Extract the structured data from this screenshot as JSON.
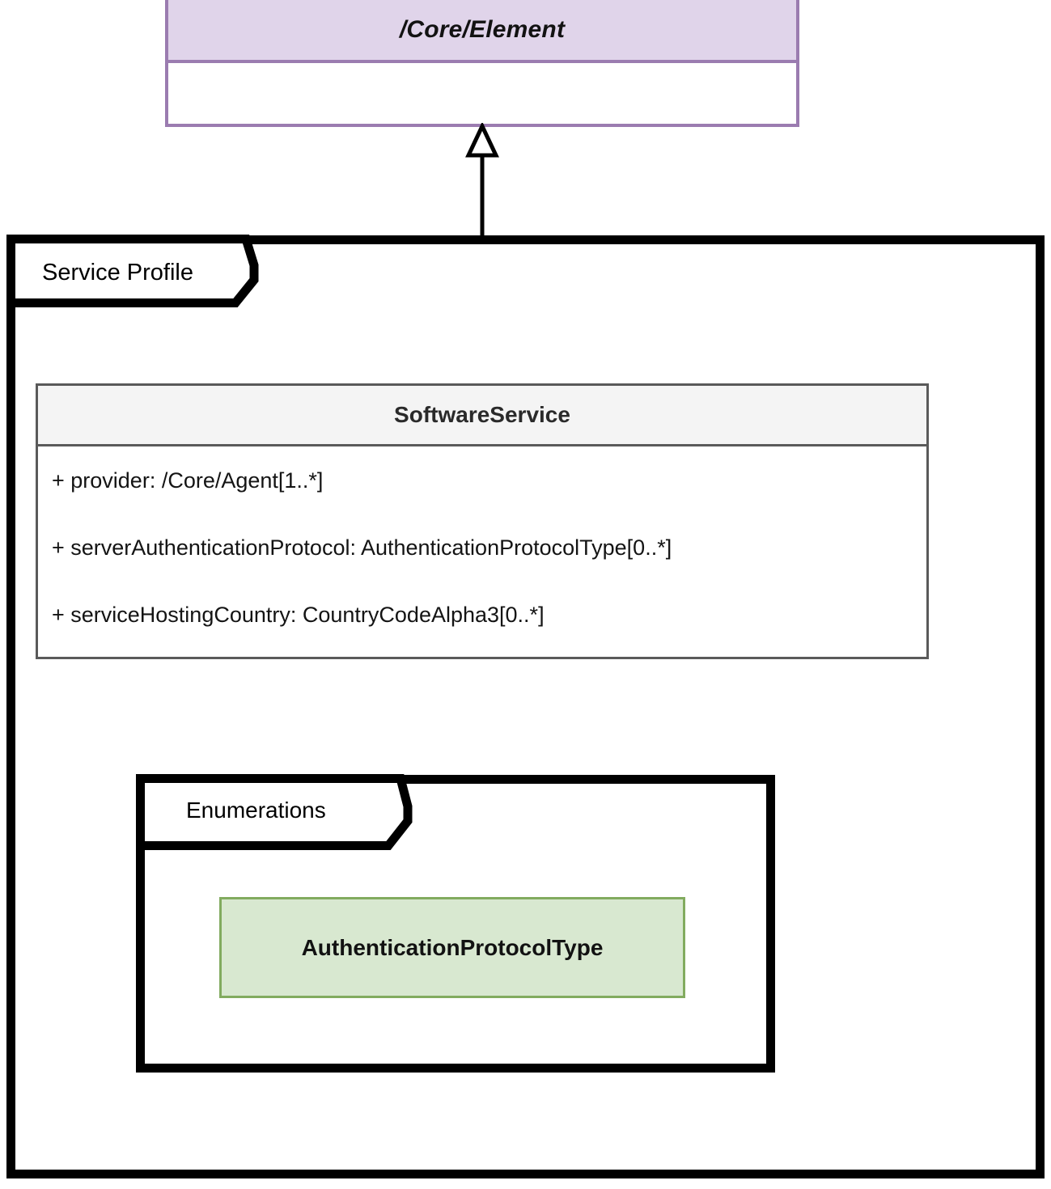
{
  "diagram": {
    "type": "uml-class-diagram",
    "background_color": "#ffffff"
  },
  "abstract_class": {
    "name": "/Core/Element",
    "stereotype_style": "abstract",
    "header_fill": "#e0d4ea",
    "border_color": "#9b7cb0",
    "compartments": [
      {
        "name": "attributes",
        "items": []
      }
    ]
  },
  "relationship": {
    "kind": "generalization",
    "arrow": "hollow-triangle",
    "from": "SoftwareService",
    "to": "/Core/Element"
  },
  "packages": [
    {
      "id": "service-profile",
      "label": "Service Profile",
      "border_color": "#000000"
    },
    {
      "id": "enumerations",
      "label": "Enumerations",
      "border_color": "#000000"
    }
  ],
  "classes": [
    {
      "id": "software-service",
      "name": "SoftwareService",
      "header_fill": "#f4f4f4",
      "border_color": "#5a5a5a",
      "attributes": [
        "+ provider: /Core/Agent[1..*]",
        "+ serverAuthenticationProtocol: AuthenticationProtocolType[0..*]",
        "+ serviceHostingCountry: CountryCodeAlpha3[0..*]"
      ]
    }
  ],
  "enumerations": [
    {
      "id": "authentication-protocol-type",
      "name": "AuthenticationProtocolType",
      "fill": "#d8e8d0",
      "border_color": "#82ab5f"
    }
  ]
}
